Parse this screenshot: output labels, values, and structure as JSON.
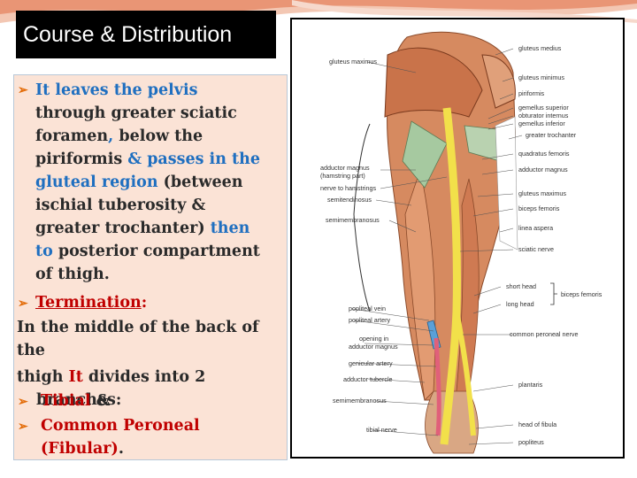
{
  "title": "Course & Distribution",
  "bullet1": {
    "l1": "It leaves the pelvis",
    "l2": "through greater sciatic",
    "l3a": "foramen",
    "l3b": ",",
    "l3c": " below the",
    "l4a": "piriformis ",
    "l4b": "& passes in the",
    "l5a": "gluteal region",
    "l5b": " (between",
    "l6": "ischial tuberosity &",
    "l7a": "greater trochanter) ",
    "l7b": "then",
    "l8a": "to",
    "l8b": " posterior compartment",
    "l9": "of thigh."
  },
  "termination": {
    "label": "Termination",
    "colon": ":"
  },
  "middle": {
    "l1": "In the middle of the back of the",
    "l2a": " thigh ",
    "l2b": "It",
    "l2c": " divides into 2",
    "l3": "branches:"
  },
  "branch1": {
    "a": "Tibial",
    "b": " &"
  },
  "branch2": {
    "a": "Common Peroneal (Fibular)",
    "b": "."
  },
  "figure": {
    "labels": {
      "gluteus_maximus_l": "gluteus maximus",
      "gluteus_medius": "gluteus medius",
      "gluteus_minimus": "gluteus minimus",
      "piriformis": "piriformis",
      "gemellus_superior": "gemellus superior",
      "obturator_internus": "obturator internus",
      "gemellus_inferior": "gemellus inferior",
      "greater_trochanter": "greater trochanter",
      "quadratus_femoris": "quadratus femoris",
      "adductor_magnus_r": "adductor magnus",
      "adductor_magnus_ham_1": "adductor magnus",
      "adductor_magnus_ham_2": "(hamstring part)",
      "nerve_to_hamstrings": "nerve to hamstrings",
      "gluteus_maximus_r": "gluteus maximus",
      "semitendinosus": "semitendinosus",
      "biceps_femoris": "biceps femoris",
      "semimembranosus_l": "semimembranosus",
      "linea_aspera": "linea aspera",
      "sciatic_nerve": "sciatic nerve",
      "short_head": "short head",
      "long_head": "long head",
      "biceps_femoris_group": "biceps femoris",
      "popliteal_vein": "popliteal vein",
      "popliteal_artery": "popliteal artery",
      "opening_1": "opening in",
      "opening_2": "adductor magnus",
      "common_peroneal_nerve": "common peroneal nerve",
      "genicular_artery": "genicular artery",
      "adductor_tubercle": "adductor tubercle",
      "plantaris": "plantaris",
      "semimembranosus_b": "semimembranosus",
      "head_of_fibula": "head of fibula",
      "tibial_nerve": "tibial nerve",
      "popliteus": "popliteus"
    }
  }
}
